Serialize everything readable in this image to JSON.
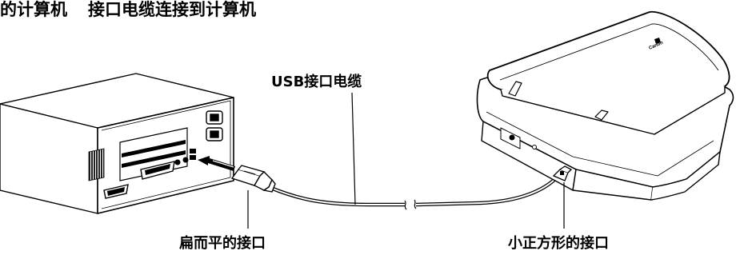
{
  "header": {
    "part_a": "的计算机",
    "part_b": "接口",
    "part_c": "电缆连接到计算机"
  },
  "labels": {
    "usb_cable": "USB接口电缆",
    "flat_connector": "扁而平的接口",
    "square_connector": "小正方形的接口"
  },
  "scanner": {
    "brand": "Canon"
  }
}
